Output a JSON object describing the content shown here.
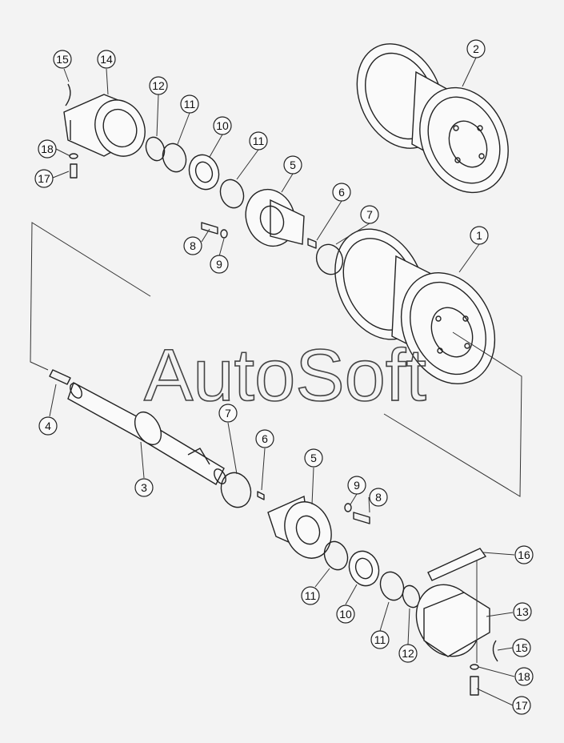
{
  "watermark": "AutoSoft",
  "callouts": [
    {
      "id": "c15a",
      "label": "15"
    },
    {
      "id": "c14",
      "label": "14"
    },
    {
      "id": "c12a",
      "label": "12"
    },
    {
      "id": "c11a",
      "label": "11"
    },
    {
      "id": "c10a",
      "label": "10"
    },
    {
      "id": "c11b",
      "label": "11"
    },
    {
      "id": "c5a",
      "label": "5"
    },
    {
      "id": "c6a",
      "label": "6"
    },
    {
      "id": "c7a",
      "label": "7"
    },
    {
      "id": "c2",
      "label": "2"
    },
    {
      "id": "c1",
      "label": "1"
    },
    {
      "id": "c18a",
      "label": "18"
    },
    {
      "id": "c17a",
      "label": "17"
    },
    {
      "id": "c8a",
      "label": "8"
    },
    {
      "id": "c9a",
      "label": "9"
    },
    {
      "id": "c4",
      "label": "4"
    },
    {
      "id": "c3",
      "label": "3"
    },
    {
      "id": "c7b",
      "label": "7"
    },
    {
      "id": "c6b",
      "label": "6"
    },
    {
      "id": "c5b",
      "label": "5"
    },
    {
      "id": "c9b",
      "label": "9"
    },
    {
      "id": "c8b",
      "label": "8"
    },
    {
      "id": "c11c",
      "label": "11"
    },
    {
      "id": "c10b",
      "label": "10"
    },
    {
      "id": "c11d",
      "label": "11"
    },
    {
      "id": "c12b",
      "label": "12"
    },
    {
      "id": "c16",
      "label": "16"
    },
    {
      "id": "c13",
      "label": "13"
    },
    {
      "id": "c15b",
      "label": "15"
    },
    {
      "id": "c18b",
      "label": "18"
    },
    {
      "id": "c17b",
      "label": "17"
    }
  ]
}
